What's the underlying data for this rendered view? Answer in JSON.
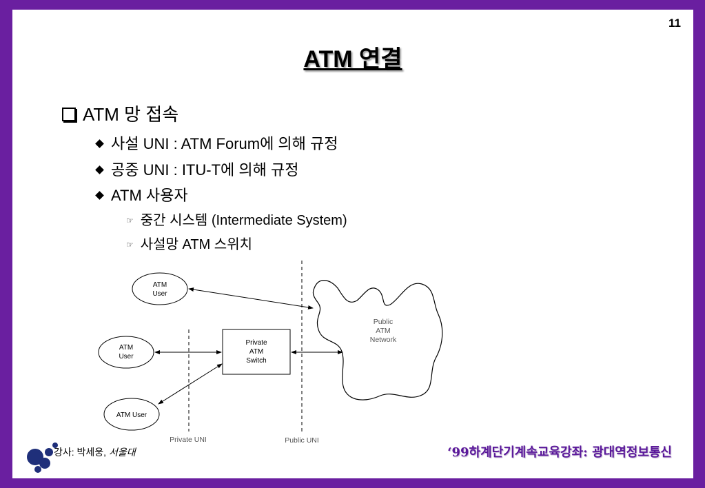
{
  "slide_number": "11",
  "title": "ATM 연결",
  "bullets": {
    "l1": "ATM 망 접속",
    "l2_1": "사설 UNI : ATM Forum에 의해 규정",
    "l2_2": "공중 UNI : ITU-T에 의해 규정",
    "l2_3": "ATM 사용자",
    "l3_1": "중간 시스템 (Intermediate System)",
    "l3_2": "사설망 ATM 스위치"
  },
  "diagram": {
    "user_top": [
      "ATM",
      "User"
    ],
    "user_mid": [
      "ATM",
      "User"
    ],
    "user_bottom": "ATM User",
    "switch": [
      "Private",
      "ATM",
      "Switch"
    ],
    "network": [
      "Public",
      "ATM",
      "Network"
    ],
    "private_uni": "Private UNI",
    "public_uni": "Public UNI"
  },
  "footer": {
    "lecturer": "강사: 박세웅, ",
    "school": "서울대",
    "course": "‘99하계단기계속교육강좌: 광대역정보통신"
  },
  "colors": {
    "frame": "#6a1fa0",
    "logo": "#1f2f7a",
    "course_text": "#5a189a"
  },
  "icons": {
    "l1_bullet": "checkbox-square-icon",
    "l2_bullet": "diamond-icon",
    "l3_bullet": "pointing-hand-icon",
    "logo": "organization-logo"
  }
}
